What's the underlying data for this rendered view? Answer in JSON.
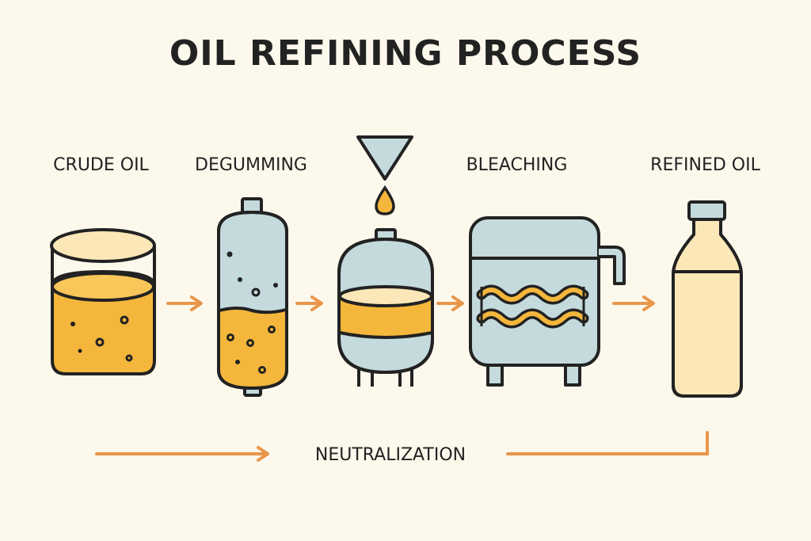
{
  "title": "OIL REFINING PROCESS",
  "steps": [
    {
      "label": "CRUDE OIL",
      "icon": "beaker-icon"
    },
    {
      "label": "DEGUMMING",
      "icon": "tank-icon"
    },
    {
      "label": "",
      "icon": "settling-vessel-icon"
    },
    {
      "label": "BLEACHING",
      "icon": "heater-icon"
    },
    {
      "label": "REFINED OIL",
      "icon": "bottle-icon"
    }
  ],
  "bottom_label": "NEUTRALIZATION",
  "colors": {
    "background": "#fdf8ec",
    "oil": "#f4b73c",
    "oil_light": "#fbe7b7",
    "vessel": "#c4dadd",
    "arrow": "#e9964a",
    "outline": "#222222"
  }
}
